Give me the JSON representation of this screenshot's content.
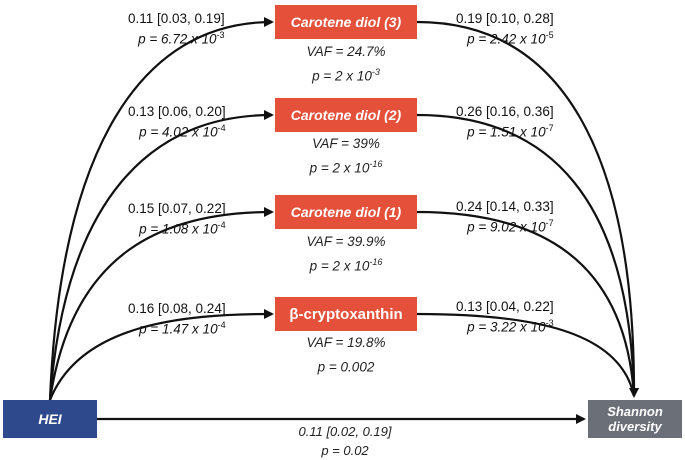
{
  "nodes": {
    "exposure": "HEI",
    "outcome": "Shannon diversity",
    "mediators": [
      {
        "label": "Carotene diol (3)",
        "a_ci": "0.11 [0.03, 0.19]",
        "a_p": "p = 6.72 x 10",
        "a_p_exp": "-3",
        "b_ci": "0.19 [0.10, 0.28]",
        "b_p": "p = 2.42 x 10",
        "b_p_exp": "-5",
        "vaf": "VAF = 24.7%",
        "vaf_p": "p = 2 x 10",
        "vaf_p_exp": "-3"
      },
      {
        "label": "Carotene diol (2)",
        "a_ci": "0.13 [0.06, 0.20]",
        "a_p": "p = 4.02 x 10",
        "a_p_exp": "-4",
        "b_ci": "0.26 [0.16, 0.36]",
        "b_p": "p = 1.51 x 10",
        "b_p_exp": "-7",
        "vaf": "VAF = 39%",
        "vaf_p": "p = 2 x 10",
        "vaf_p_exp": "-16"
      },
      {
        "label": "Carotene diol (1)",
        "a_ci": "0.15 [0.07, 0.22]",
        "a_p": "p = 1.08 x 10",
        "a_p_exp": "-4",
        "b_ci": "0.24 [0.14, 0.33]",
        "b_p": "p = 9.02 x 10",
        "b_p_exp": "-7",
        "vaf": "VAF = 39.9%",
        "vaf_p": "p = 2 x 10",
        "vaf_p_exp": "-16"
      },
      {
        "label": "β-cryptoxanthin",
        "a_ci": "0.16 [0.08, 0.24]",
        "a_p": "p = 1.47 x 10",
        "a_p_exp": "-4",
        "b_ci": "0.13 [0.04, 0.22]",
        "b_p": "p = 3.22 x 10",
        "b_p_exp": "-3",
        "vaf": "VAF = 19.8%",
        "vaf_p": "p = 0.002",
        "vaf_p_exp": ""
      }
    ]
  },
  "direct_effect": {
    "ci": "0.11 [0.02, 0.19]",
    "p": "p = 0.02"
  },
  "colors": {
    "exposure": "#2e4a8c",
    "outcome": "#6b6f78",
    "mediator": "#e4503a",
    "arrow": "#111111"
  }
}
